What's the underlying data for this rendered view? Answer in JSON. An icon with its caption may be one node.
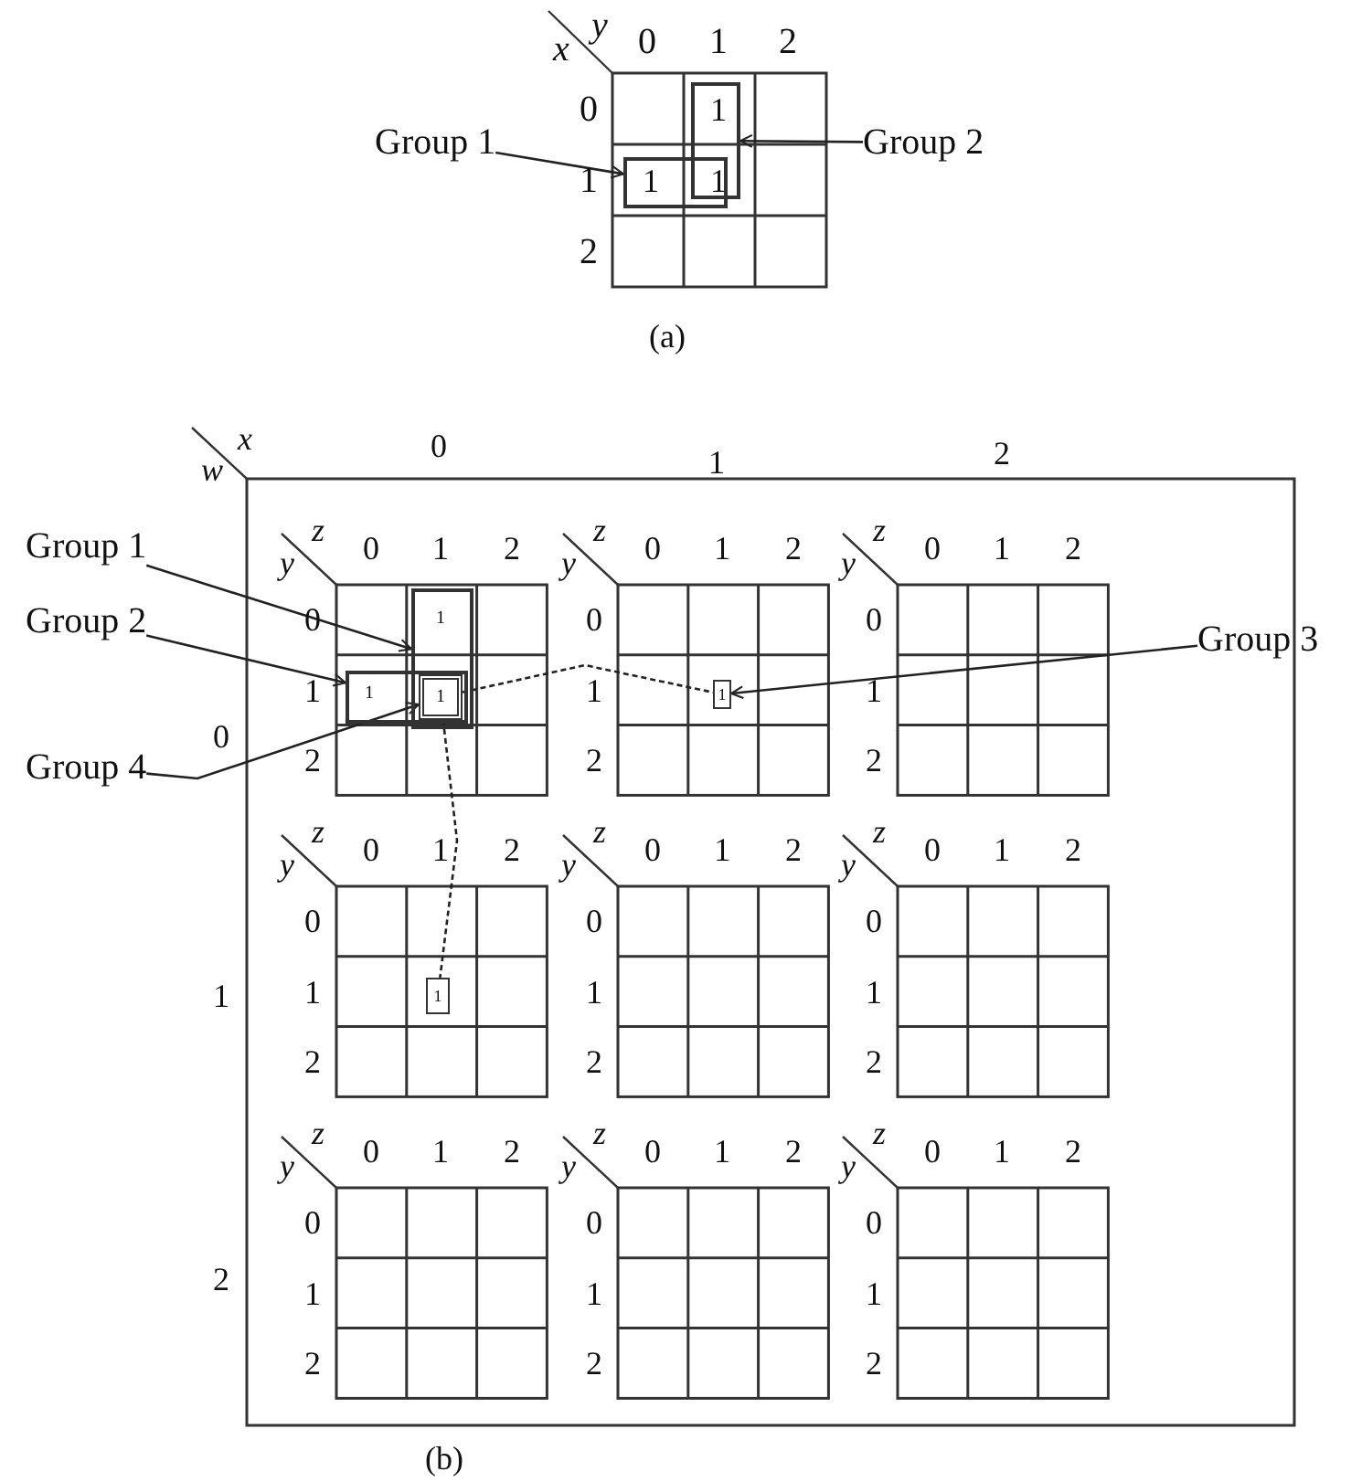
{
  "diagram": {
    "nodes": [
      {
        "text": [
          "Group 1"
        ]
      },
      {
        "text": [],
        "shape": "box"
      },
      {
        "text": [
          "Group 2"
        ]
      },
      {
        "text": [],
        "shape": "box"
      },
      {
        "text": [
          "Group 1"
        ]
      },
      {
        "text": [],
        "shape": "box"
      },
      {
        "text": [
          "Group 2"
        ]
      },
      {
        "text": [],
        "shape": "box"
      },
      {
        "text": [
          "Group 3"
        ]
      },
      {
        "text": [
          "1"
        ]
      },
      {
        "text": [
          "Group 4"
        ]
      },
      {
        "text": [
          "1"
        ]
      },
      {
        "text": [
          "1"
        ]
      }
    ],
    "edges": [
      {
        "from": 0,
        "to": 1,
        "arrow": "to"
      },
      {
        "from": 2,
        "to": 3,
        "arrow": "to"
      },
      {
        "from": 4,
        "to": 5,
        "arrow": "to"
      },
      {
        "from": 6,
        "to": 7,
        "arrow": "to"
      },
      {
        "from": 8,
        "to": 9,
        "arrow": "to"
      },
      {
        "from": 10,
        "to": 11,
        "arrow": "to"
      },
      {
        "from": 11,
        "to": 9,
        "arrow": "none",
        "style": "dashed"
      },
      {
        "from": 11,
        "to": 12,
        "arrow": "none",
        "style": "dashed"
      }
    ],
    "labels": [
      "x",
      "y",
      "0",
      "1",
      "2",
      "0",
      "1",
      "2",
      "1",
      "1",
      "1",
      "(a)",
      "w",
      "x",
      "0",
      "1",
      "2",
      "0",
      "y",
      "z",
      "0",
      "1",
      "2",
      "0",
      "1",
      "2",
      "1",
      "1",
      "y",
      "z",
      "0",
      "1",
      "2",
      "0",
      "1",
      "2",
      "y",
      "z",
      "0",
      "1",
      "2",
      "0",
      "1",
      "2",
      "1",
      "y",
      "z",
      "0",
      "1",
      "2",
      "0",
      "1",
      "2",
      "y",
      "z",
      "0",
      "1",
      "2",
      "0",
      "1",
      "2",
      "y",
      "z",
      "0",
      "1",
      "2",
      "0",
      "1",
      "2",
      "2",
      "y",
      "z",
      "0",
      "1",
      "2",
      "0",
      "1",
      "2",
      "y",
      "z",
      "0",
      "1",
      "2",
      "0",
      "1",
      "2",
      "y",
      "z",
      "0",
      "1",
      "2",
      "0",
      "1",
      "2",
      "(b)"
    ]
  }
}
